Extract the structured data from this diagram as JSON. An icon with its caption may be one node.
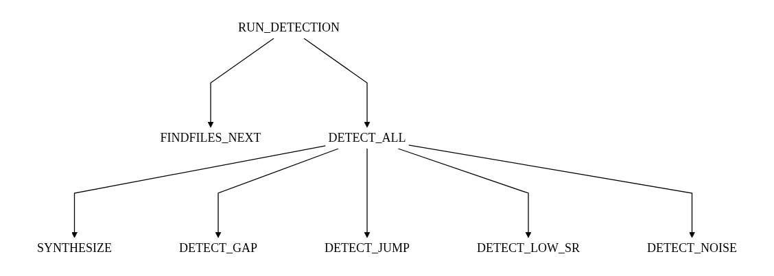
{
  "diagram": {
    "nodes": [
      {
        "text": [
          "RUN_DETECTION"
        ]
      },
      {
        "text": [
          "FINDFILES_NEXT"
        ]
      },
      {
        "text": [
          "DETECT_ALL"
        ]
      },
      {
        "text": [
          "SYNTHESIZE"
        ]
      },
      {
        "text": [
          "DETECT_GAP"
        ]
      },
      {
        "text": [
          "DETECT_JUMP"
        ]
      },
      {
        "text": [
          "DETECT_LOW_SR"
        ]
      },
      {
        "text": [
          "DETECT_NOISE"
        ]
      }
    ],
    "edges": [
      {
        "from": 0,
        "to": 1,
        "arrow": "to"
      },
      {
        "from": 0,
        "to": 2,
        "arrow": "to"
      },
      {
        "from": 2,
        "to": 3,
        "arrow": "to"
      },
      {
        "from": 2,
        "to": 4,
        "arrow": "to"
      },
      {
        "from": 2,
        "to": 5,
        "arrow": "to"
      },
      {
        "from": 2,
        "to": 6,
        "arrow": "to"
      },
      {
        "from": 2,
        "to": 7,
        "arrow": "to"
      }
    ]
  }
}
